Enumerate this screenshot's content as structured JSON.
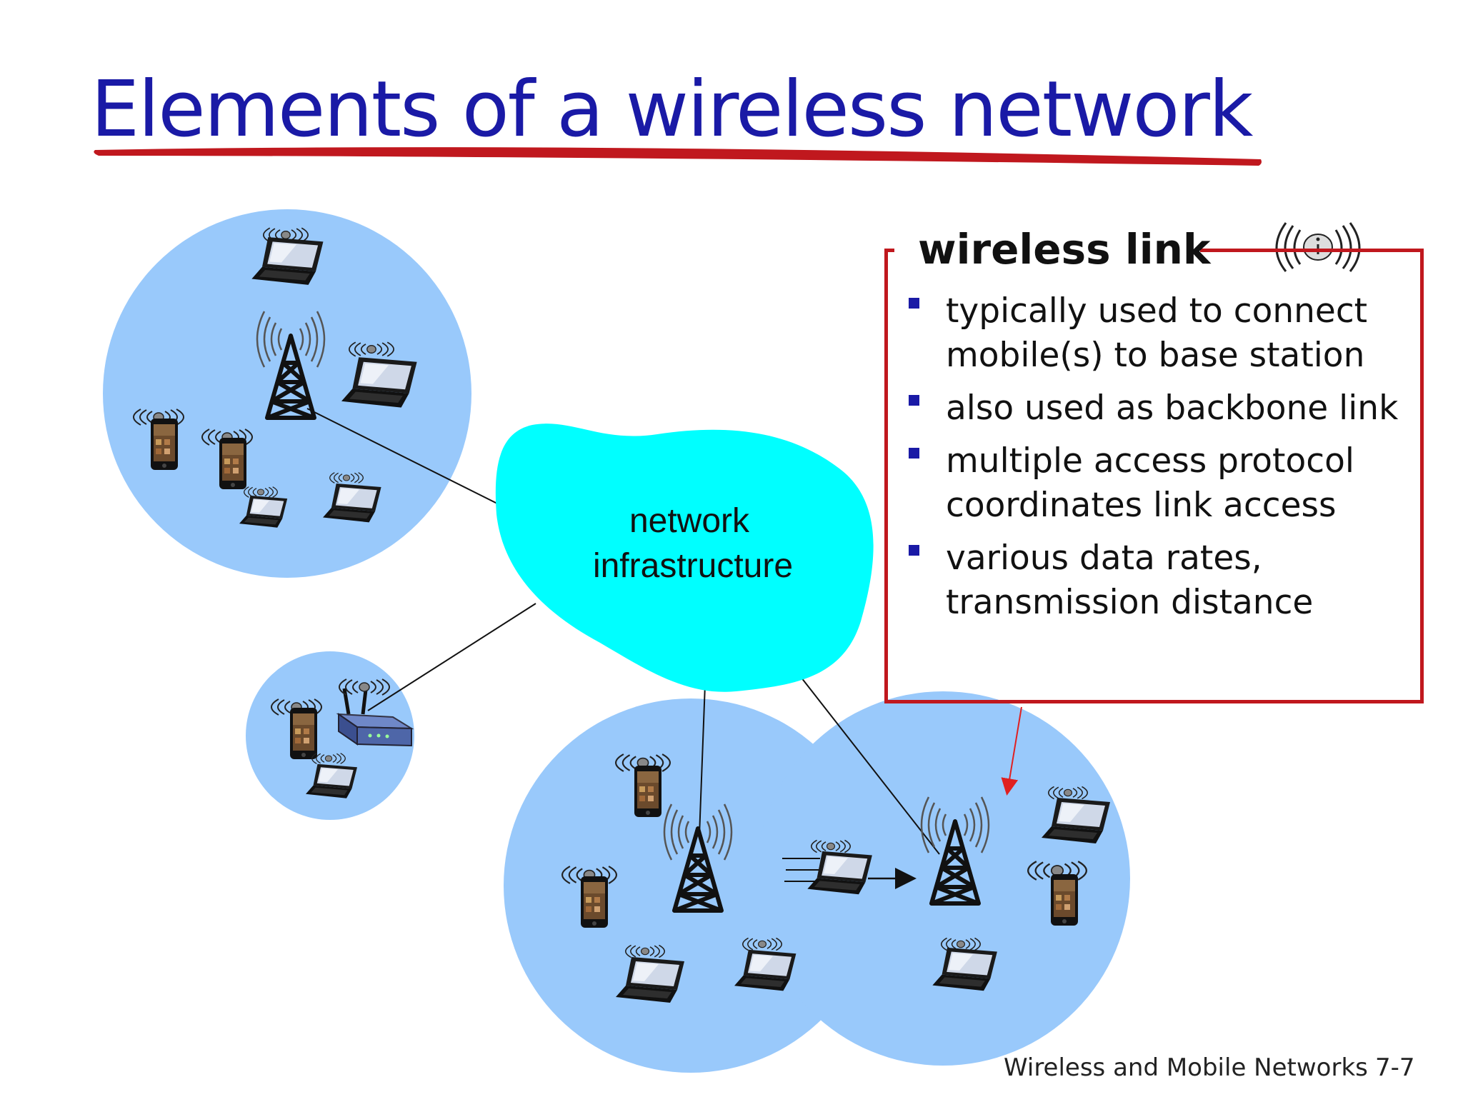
{
  "slide": {
    "title": "Elements of a wireless network",
    "cloud_label_line1": "network",
    "cloud_label_line2": "infrastructure",
    "callout": {
      "heading": "wireless link",
      "bullets": [
        "typically used to connect mobile(s) to base station",
        "also used as backbone link",
        "multiple access protocol coordinates link access",
        "various data rates, transmission distance"
      ]
    },
    "footer": "Wireless and Mobile Networks",
    "page_number": "7-7"
  },
  "colors": {
    "title": "#1a1aa6",
    "underline": "#c0181e",
    "cell": "#99c9fb",
    "cloud": "#00ffff",
    "callout_border": "#c0181e",
    "bullet": "#1a1aa6"
  },
  "icons": [
    "laptop-icon",
    "smartphone-icon",
    "base-station-tower-icon",
    "wireless-router-icon",
    "wireless-signal-icon"
  ]
}
